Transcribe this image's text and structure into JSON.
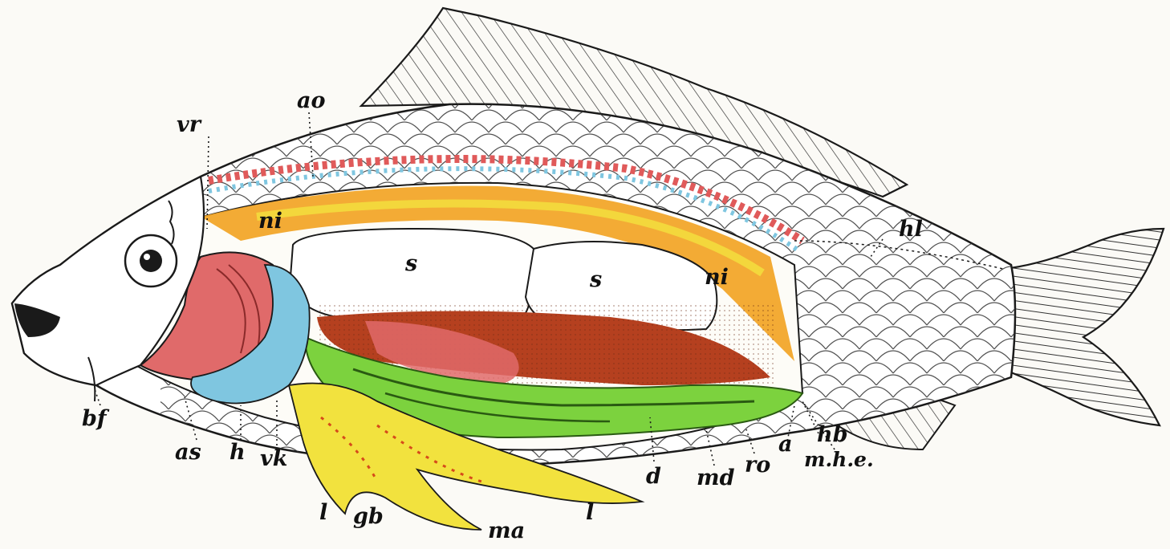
{
  "labels": {
    "vr": "vr",
    "ao": "ao",
    "ni": "ni",
    "s": "s",
    "hl": "hl",
    "bf": "bf",
    "as": "as",
    "h": "h",
    "vk": "vk",
    "l": "l",
    "gb": "gb",
    "ma": "ma",
    "d": "d",
    "md": "md",
    "ro": "ro",
    "a": "a",
    "hb": "hb",
    "mhe": "m.h.e."
  },
  "colors": {
    "outline": "#1a1a1a",
    "gill": "#e06a6a",
    "heart": "#7fc6e0",
    "kidney_band": "#f2a62a",
    "liver": "#f2e23e",
    "intestine": "#7cd23e",
    "gonad": "#b5401f",
    "swim_bladder": "#ffffff"
  }
}
